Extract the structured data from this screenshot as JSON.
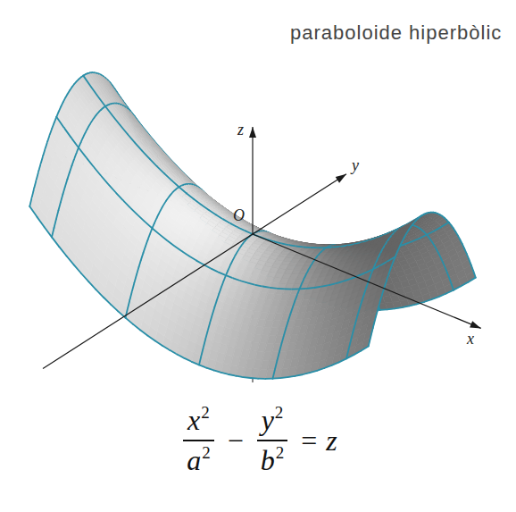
{
  "diagram": {
    "title": "paraboloide hiperbòlic",
    "labels": [
      "z",
      "y",
      "O",
      "x",
      "x",
      "2",
      "a",
      "2",
      "−",
      "y",
      "2",
      "b",
      "2",
      "=",
      "z"
    ]
  }
}
